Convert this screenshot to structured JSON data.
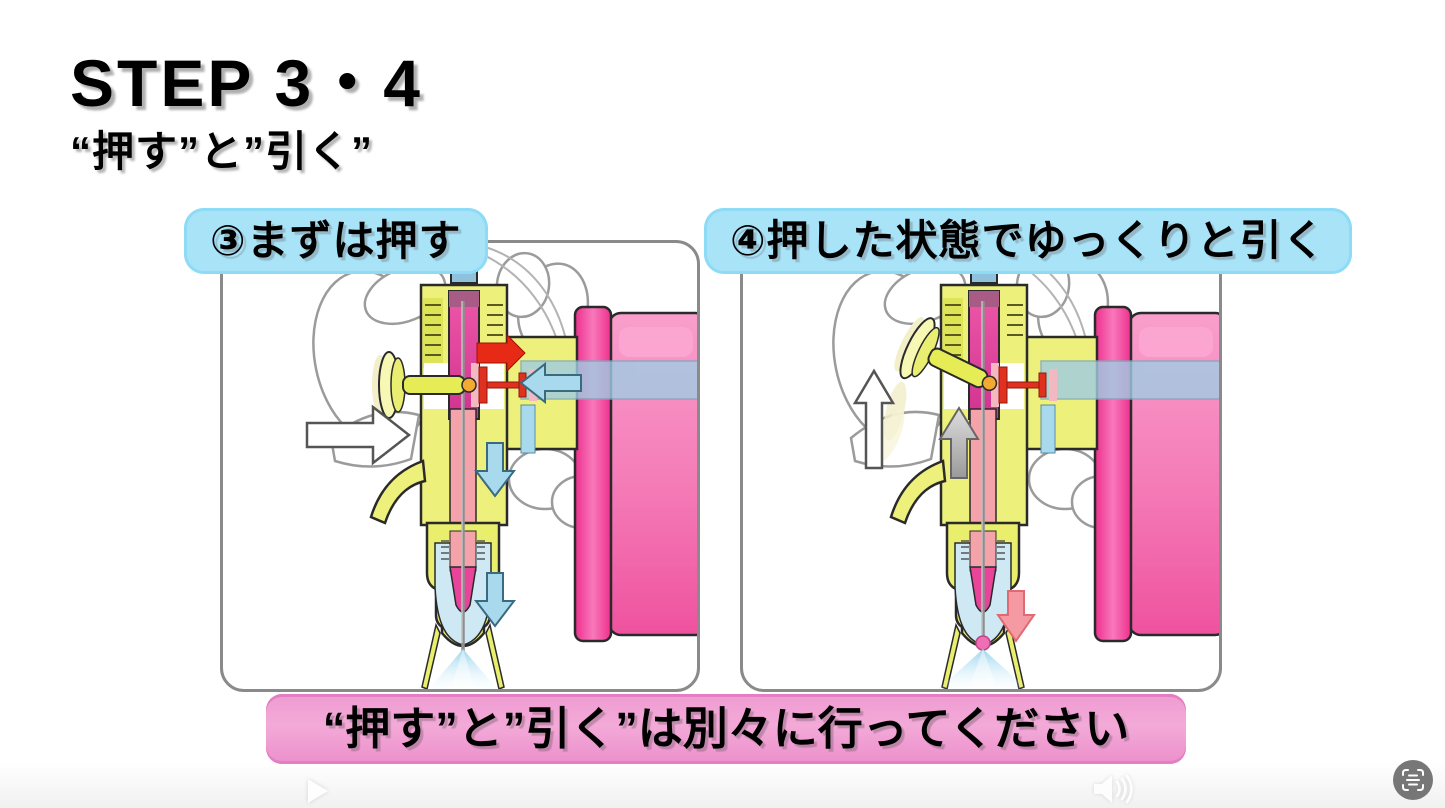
{
  "header": {
    "title": "STEP 3・4",
    "subtitle": "“押す”と”引く”"
  },
  "callouts": {
    "step3": "③まずは押す",
    "step4": "④押した状態でゆっくりと引く"
  },
  "note": "“押す”と”引く”は別々に行ってください",
  "panels": [
    {
      "name": "step3-push-airbrush-cross-section",
      "arrows": [
        "white-push-right-arrow",
        "red-air-valve-right-arrow",
        "blue-air-in-left-arrow",
        "blue-air-down-arrow",
        "blue-air-down-arrow",
        "blue-spray-cone"
      ]
    },
    {
      "name": "step4-pull-airbrush-cross-section",
      "arrows": [
        "white-pull-up-arrow",
        "gray-needle-up-arrow",
        "pink-paint-down-arrow",
        "pink-paint-droplet",
        "blue-spray-cone"
      ]
    }
  ],
  "player": {
    "play_icon": "play-triangle",
    "volume_icon": "speaker-with-waves",
    "livetext_icon": "live-text-scan"
  },
  "colors": {
    "callout_bg": "#a8e3f8",
    "note_bg": "#f2a3d3",
    "panel_border": "#8a8a8a",
    "body_yellow": "#edf07a",
    "magenta": "#e8459a",
    "bottle_pink": "#f25ea6",
    "red_arrow": "#e62a15",
    "blue_arrow": "#a8d9ec",
    "pink_arrow": "#f59aa2",
    "gray_arrow": "#b5b5b5"
  }
}
